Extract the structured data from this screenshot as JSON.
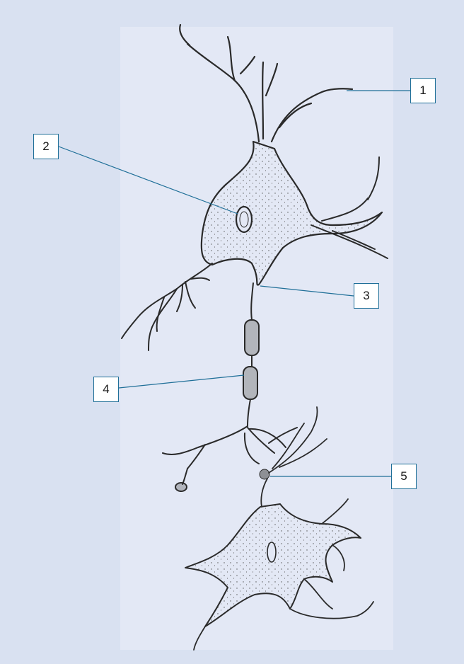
{
  "figure": {
    "background_color": "#d9e1f1",
    "panel_color": "#e3e8f5",
    "leader_line_color": "#1f6f98",
    "ink_color": "#2a2a2a",
    "labels": [
      {
        "id": "label-1",
        "text": "1",
        "target": "dendrite-tip"
      },
      {
        "id": "label-2",
        "text": "2",
        "target": "nucleus"
      },
      {
        "id": "label-3",
        "text": "3",
        "target": "axon-hillock"
      },
      {
        "id": "label-4",
        "text": "4",
        "target": "myelin-segment"
      },
      {
        "id": "label-5",
        "text": "5",
        "target": "synaptic-bouton"
      }
    ]
  }
}
